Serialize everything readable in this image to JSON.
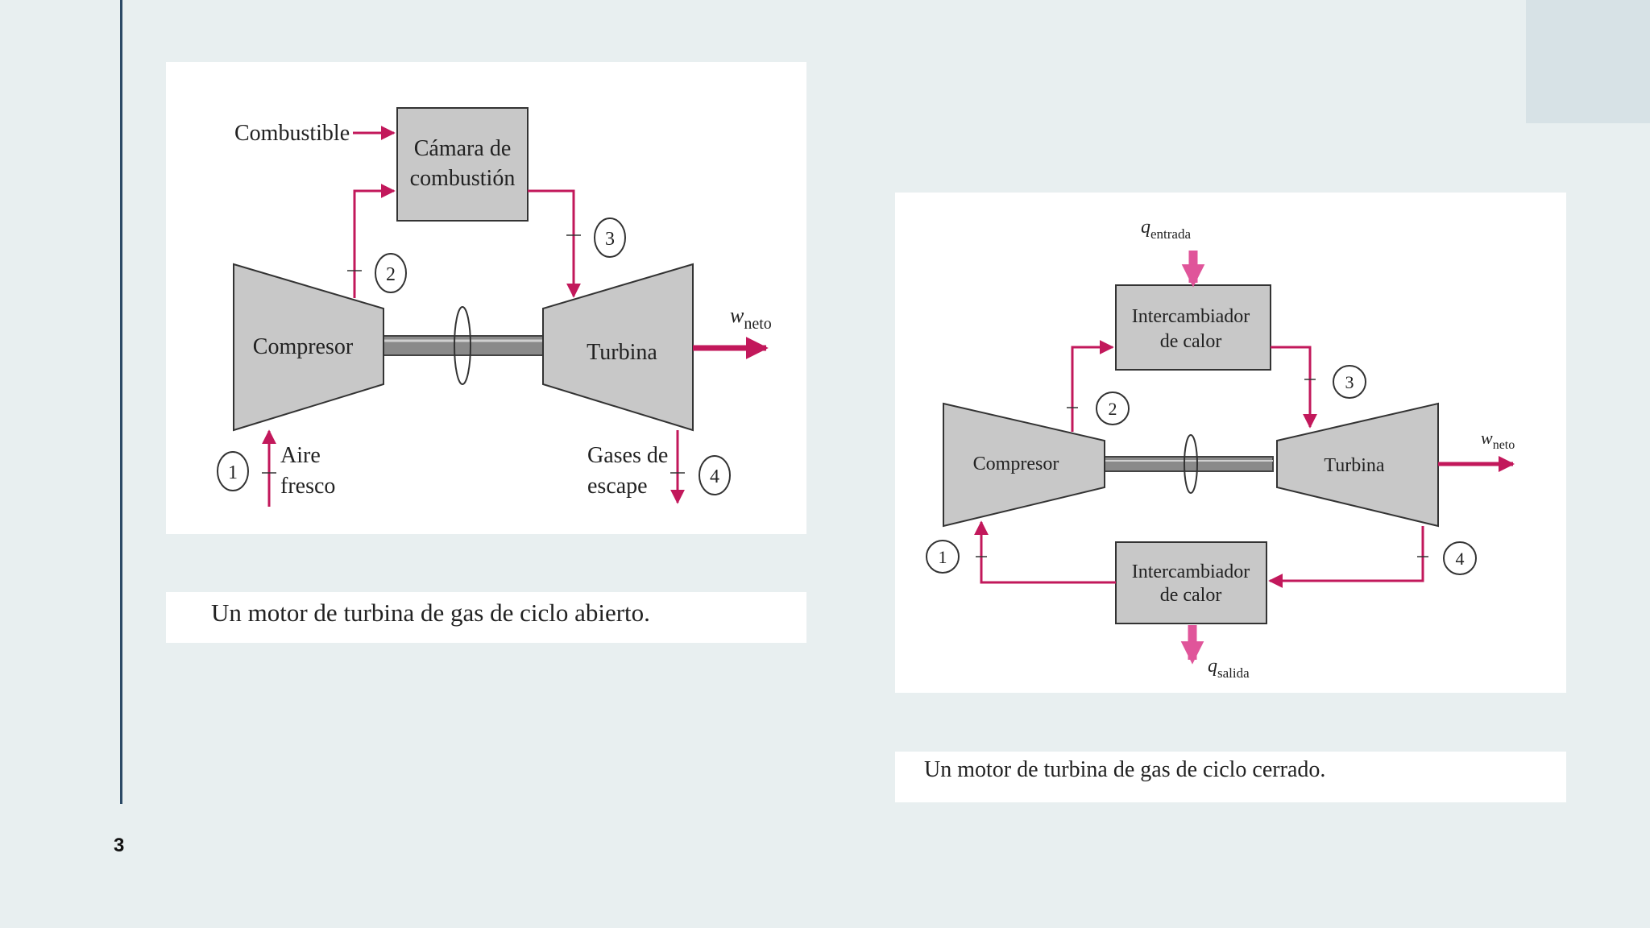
{
  "slide": {
    "page_number": "3"
  },
  "open_cycle": {
    "fuel_label": "Combustible",
    "chamber_line1": "Cámara de",
    "chamber_line2": "combustión",
    "compressor": "Compresor",
    "turbine": "Turbina",
    "work_symbol": "w",
    "work_sub": "neto",
    "air_line1": "Aire",
    "air_line2": "fresco",
    "exhaust_line1": "Gases de",
    "exhaust_line2": "escape",
    "state_points": [
      "1",
      "2",
      "3",
      "4"
    ],
    "caption": "Un motor de turbina de gas de ciclo abierto."
  },
  "closed_cycle": {
    "q_in_symbol": "q",
    "q_in_sub": "entrada",
    "hx_top_line1": "Intercambiador",
    "hx_top_line2": "de calor",
    "compressor": "Compresor",
    "turbine": "Turbina",
    "work_symbol": "w",
    "work_sub": "neto",
    "hx_bottom_line1": "Intercambiador",
    "hx_bottom_line2": "de calor",
    "q_out_symbol": "q",
    "q_out_sub": "salida",
    "state_points": [
      "1",
      "2",
      "3",
      "4"
    ],
    "caption": "Un motor de turbina de gas de ciclo cerrado."
  },
  "colors": {
    "flow": "#c2185b",
    "component_fill": "#c8c8c8",
    "background": "#e8eff0",
    "accent_line": "#2c4a66"
  }
}
